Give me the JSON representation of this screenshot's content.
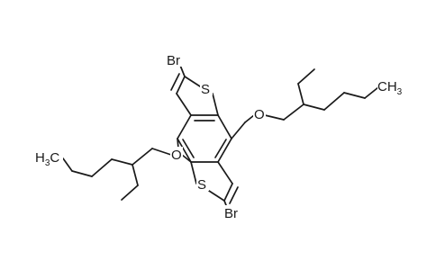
{
  "molecule": {
    "atoms": {
      "br_top": "Br",
      "br_bottom": "Br",
      "s_top": "S",
      "s_bottom": "S",
      "o_right": "O",
      "o_left": "O",
      "ch3_right": "CH",
      "ch3_right_sub": "3",
      "ch3_left": "H",
      "ch3_left_sub": "3",
      "ch3_left_c": "C"
    }
  }
}
